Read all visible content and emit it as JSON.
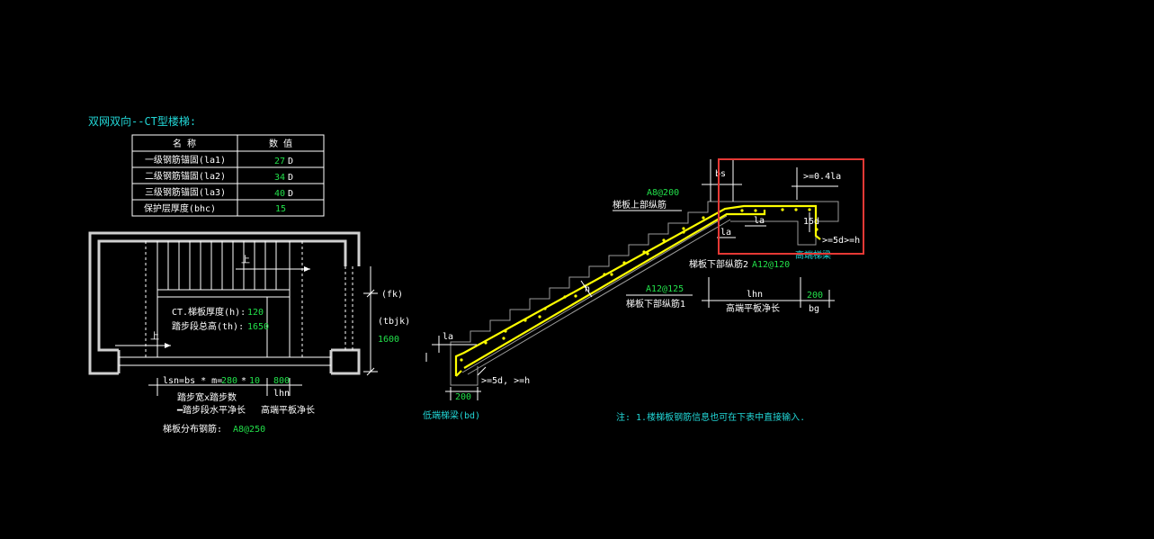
{
  "title": "双网双向--CT型楼梯:",
  "table": {
    "headers": [
      "名 称",
      "数 值"
    ],
    "rows": [
      {
        "name": "一级钢筋锚固(la1)",
        "value": "27",
        "unit": "D"
      },
      {
        "name": "二级钢筋锚固(la2)",
        "value": "34",
        "unit": "D"
      },
      {
        "name": "三级钢筋锚固(la3)",
        "value": "40",
        "unit": "D"
      },
      {
        "name": "保护层厚度(bhc)",
        "value": "15",
        "unit": ""
      }
    ]
  },
  "plan": {
    "slab_thickness_label": "CT.梯板厚度(h):",
    "slab_thickness_value": "120",
    "total_height_label": "踏步段总高(th):",
    "total_height_value": "1650",
    "fk_label": "(fk)",
    "tbjk_label": "(tbjk)",
    "tbjk_value": "1600",
    "up_label": "上",
    "up_label2": "上",
    "lsn_prefix": "lsn=bs * m=",
    "bs_value": "280",
    "step_sep": "*",
    "m_value": "10",
    "right_width_value": "800",
    "lhn_label": "lhn",
    "step_width_count_label": "踏步宽x踏步数",
    "horizontal_len_label": "━踏步段水平净长",
    "high_platform_len_label": "高端平板净长",
    "distribution_label": "梯板分布钢筋:",
    "distribution_value": "A8@250"
  },
  "section": {
    "top_bar_spec": "A8@200",
    "top_bar_label": "梯板上部纵筋",
    "bs_label": "bs",
    "ge04la_label": ">=0.4la",
    "la_label": "la",
    "la_label2": "la",
    "la_label3": "la",
    "d15_label": "15d",
    "ge5d_h_label": ">=5d>=h",
    "high_beam_label": "高端梯梁",
    "bottom_bar2_label": "梯板下部纵筋2",
    "bottom_bar2_spec": "A12@120",
    "bottom_bar1_spec": "A12@125",
    "bottom_bar1_label": "梯板下部纵筋1",
    "lhn_label": "lhn",
    "high_platform_len_label": "高端平板净长",
    "bg_value": "200",
    "bg_label": "bg",
    "h_label": "h",
    "ge5d_label": ">=5d, >=h",
    "low_beam_width": "200",
    "low_beam_label": "低端梯梁(bd)"
  },
  "note": "注: 1.楼梯板钢筋信息也可在下表中直接输入."
}
